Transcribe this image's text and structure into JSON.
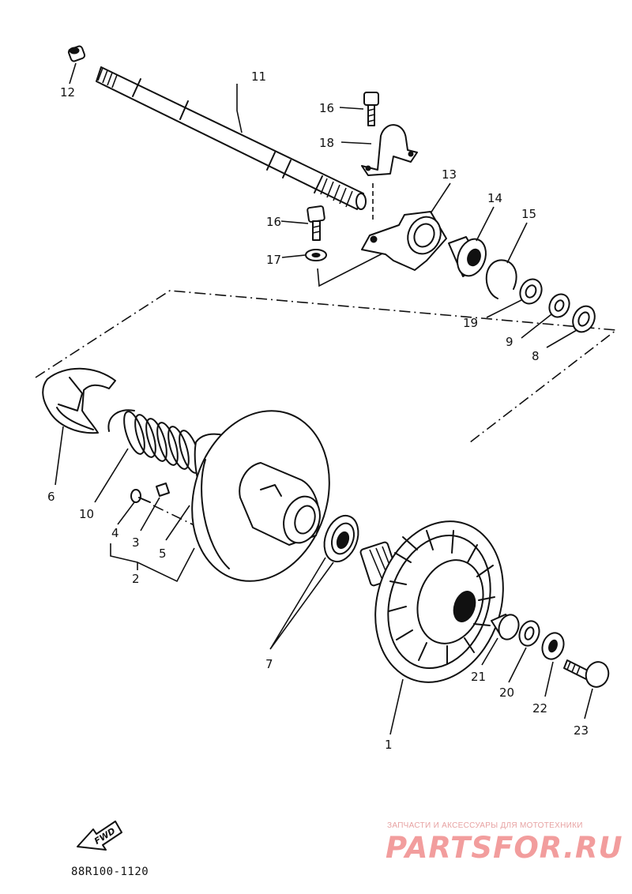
{
  "diagram": {
    "code": "88R100-1120",
    "fwd": "FWD",
    "watermark": {
      "top": "ЗАПЧАСТИ И АКСЕССУАРЫ ДЛЯ МОТОТЕХНИКИ",
      "main": "PARTSFOR.RU"
    },
    "labels": {
      "p1": "1",
      "p2": "2",
      "p3": "3",
      "p4": "4",
      "p5": "5",
      "p6": "6",
      "p7": "7",
      "p8": "8",
      "p9": "9",
      "p10": "10",
      "p11": "11",
      "p12": "12",
      "p13": "13",
      "p14": "14",
      "p15": "15",
      "p16a": "16",
      "p16b": "16",
      "p17": "17",
      "p18": "18",
      "p19": "19",
      "p20": "20",
      "p21": "21",
      "p22": "22",
      "p23": "23"
    }
  }
}
